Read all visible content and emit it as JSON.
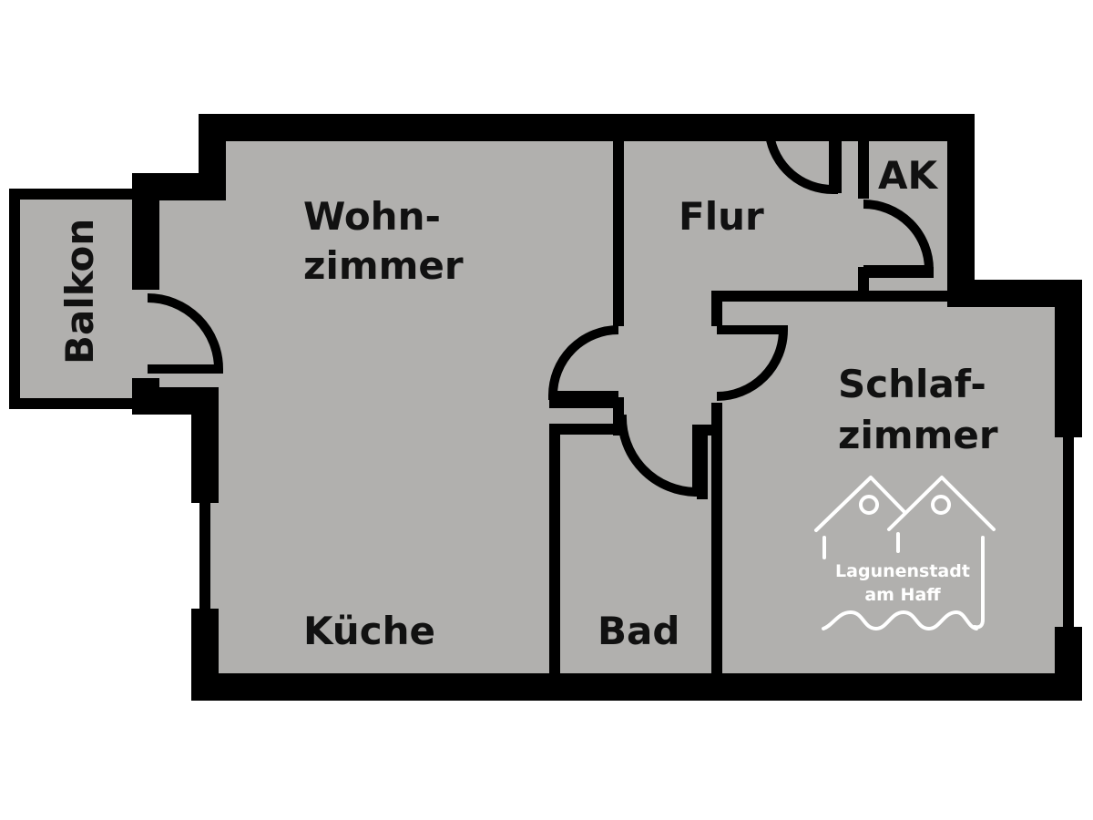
{
  "rooms": {
    "wohnzimmer": [
      "Wohn-",
      "zimmer"
    ],
    "flur": "Flur",
    "ak": "AK",
    "schlafzimmer": [
      "Schlaf-",
      "zimmer"
    ],
    "kueche": "Küche",
    "bad": "Bad",
    "balkon": "Balkon"
  },
  "logo": {
    "lines": [
      "Lagunenstadt",
      "am Haff"
    ]
  },
  "colors": {
    "floor": "#b1b0ae",
    "wall": "#000000",
    "logo": "#ffffff"
  }
}
